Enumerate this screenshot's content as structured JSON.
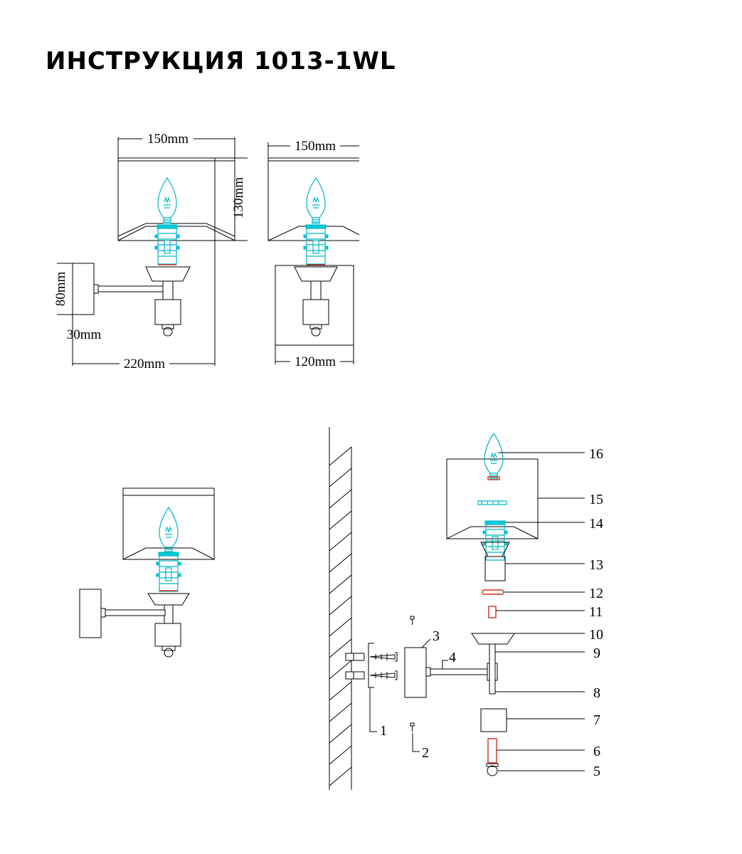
{
  "title": "ИНСТРУКЦИЯ 1013-1WL",
  "dimensions": {
    "front_width": "150mm",
    "height": "130mm",
    "base_height": "80mm",
    "base_depth": "30mm",
    "projection": "220mm",
    "side_width": "150mm",
    "side_bottom": "120mm"
  },
  "parts": [
    "1",
    "2",
    "3",
    "4",
    "5",
    "6",
    "7",
    "8",
    "9",
    "10",
    "11",
    "12",
    "13",
    "14",
    "15",
    "16"
  ],
  "colors": {
    "lamp": "#00b8c8",
    "accent": "#d03020",
    "line": "#000000"
  }
}
